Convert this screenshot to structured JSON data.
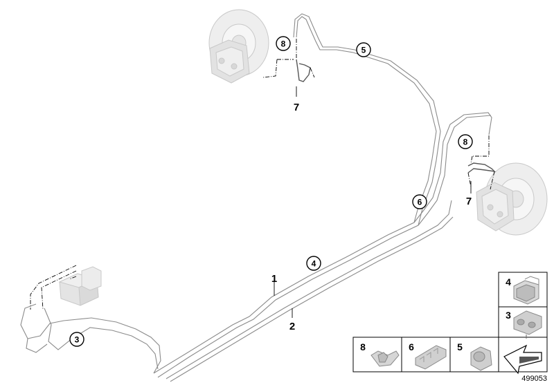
{
  "diagram": {
    "callouts": {
      "c3": "3",
      "c4": "4",
      "c5": "5",
      "c6": "6",
      "c8_top": "8",
      "c8_right": "8"
    },
    "labels": {
      "l1": "1",
      "l2": "2",
      "l7_top": "7",
      "l7_right": "7"
    }
  },
  "legend": {
    "items": {
      "i4": "4",
      "i3": "3",
      "i8": "8",
      "i6": "6",
      "i5": "5"
    }
  },
  "reference_number": "499053"
}
